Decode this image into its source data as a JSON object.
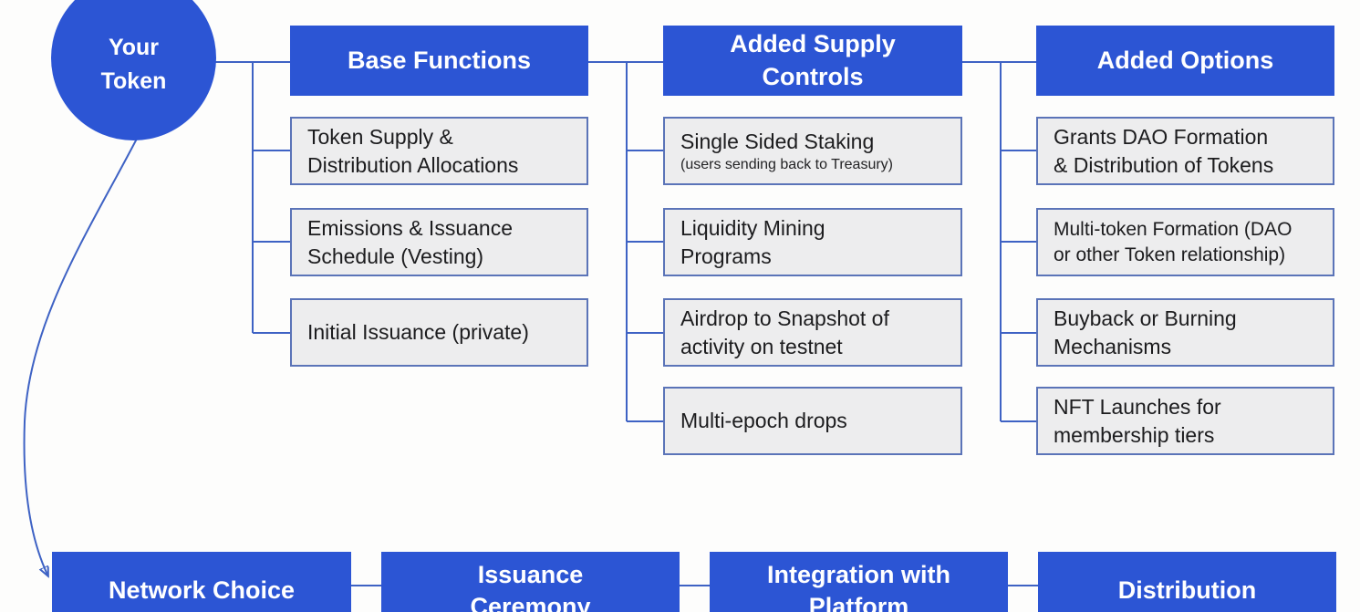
{
  "palette": {
    "blue": "#2C55D4",
    "box_fill": "#EDEDEE",
    "box_border": "#5B74B8",
    "line": "#3E62C4",
    "ink": "#1C1C1E",
    "white": "#FFFFFF"
  },
  "root": {
    "label": "Your\nToken"
  },
  "columns": [
    {
      "header": "Base Functions",
      "items": [
        {
          "text": "Token Supply &\nDistribution Allocations"
        },
        {
          "text": "Emissions & Issuance\nSchedule (Vesting)"
        },
        {
          "text": "Initial Issuance (private)"
        }
      ]
    },
    {
      "header": "Added Supply\nControls",
      "items": [
        {
          "text": "Single Sided Staking",
          "note": "(users sending back to Treasury)"
        },
        {
          "text": "Liquidity Mining\nPrograms"
        },
        {
          "text": "Airdrop to Snapshot of\nactivity on testnet"
        },
        {
          "text": "Multi-epoch drops"
        }
      ]
    },
    {
      "header": "Added Options",
      "items": [
        {
          "text": "Grants DAO Formation\n& Distribution of Tokens"
        },
        {
          "text": "Multi-token Formation (DAO\nor other Token relationship)"
        },
        {
          "text": "Buyback or Burning\nMechanisms"
        },
        {
          "text": "NFT Launches for\nmembership tiers"
        }
      ]
    }
  ],
  "bottom_row": [
    {
      "label": "Network Choice"
    },
    {
      "label": "Issuance\nCeremony"
    },
    {
      "label": "Integration with\nPlatform"
    },
    {
      "label": "Distribution"
    }
  ]
}
